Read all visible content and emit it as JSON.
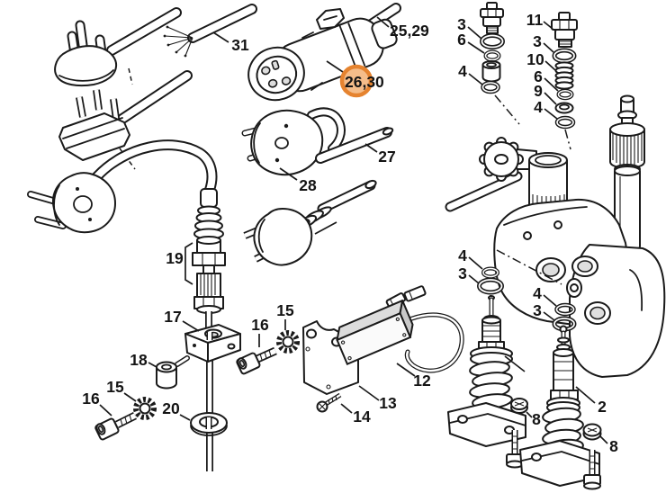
{
  "app": {
    "type": "exploded-parts-diagram",
    "background": "#ffffff",
    "line_color": "#1a1a1a"
  },
  "highlight": {
    "ring_color": "#e5832f",
    "fill_color": "#f5bd8a"
  },
  "labels": {
    "n31": "31",
    "n25_29": "25,29",
    "n26_30": "26,30",
    "n27": "27",
    "n28": "28",
    "n19": "19",
    "n17": "17",
    "n18": "18",
    "n15_left": "15",
    "n16_left": "16",
    "n20": "20",
    "n15_mid": "15",
    "n16_mid": "16",
    "n12": "12",
    "n13": "13",
    "n14": "14",
    "a3": "3",
    "a6": "6",
    "a4": "4",
    "b11": "11",
    "b3": "3",
    "b10": "10",
    "b6": "6",
    "b9": "9",
    "b4": "4",
    "m4_left": "4",
    "m3_left": "3",
    "m4_mid": "4",
    "m3_mid": "3",
    "n2": "2",
    "n8_left": "8",
    "n8_right": "8"
  }
}
